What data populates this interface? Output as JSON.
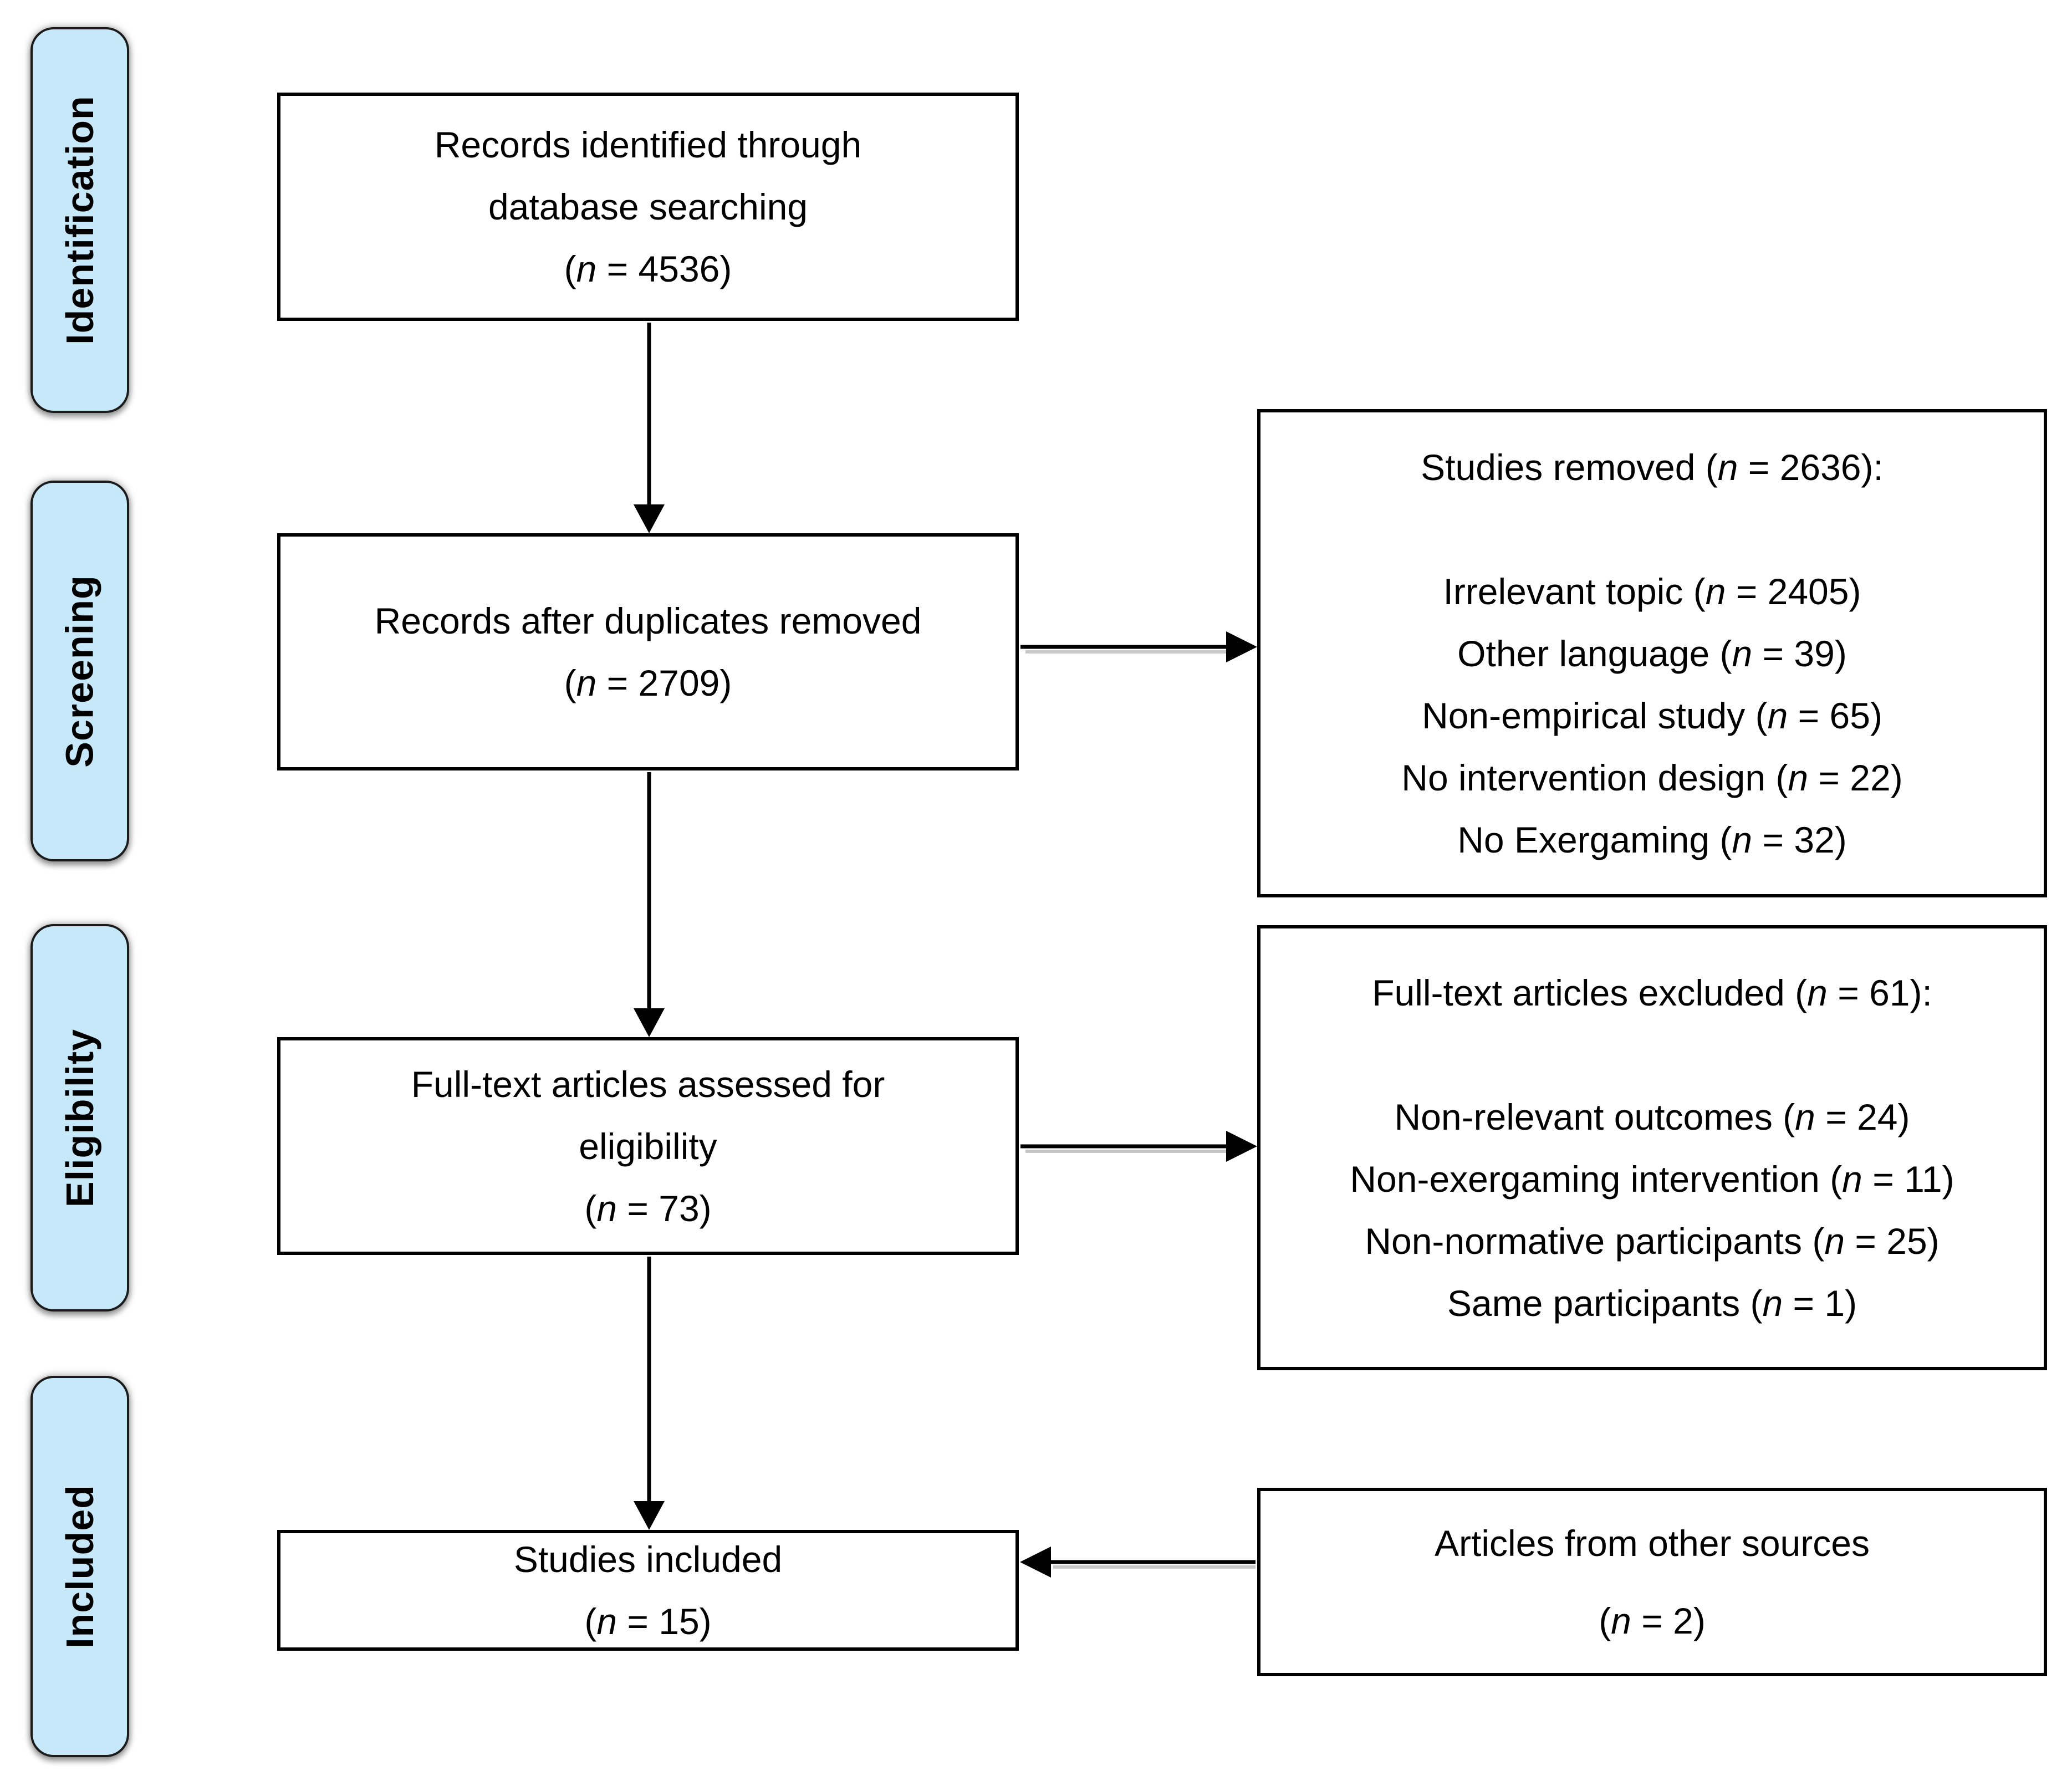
{
  "sidebar": {
    "stages": [
      {
        "label": "Identification"
      },
      {
        "label": "Screening"
      },
      {
        "label": "Eligibility"
      },
      {
        "label": "Included"
      }
    ]
  },
  "flow": {
    "boxes": [
      {
        "name": "records-identified",
        "lines": [
          "Records identified through",
          "database searching",
          "(n = 4536)"
        ]
      },
      {
        "name": "records-after-duplicates",
        "lines": [
          "Records after duplicates removed",
          "(n = 2709)"
        ]
      },
      {
        "name": "fulltext-assessed",
        "lines": [
          "Full-text articles assessed for",
          "eligibility",
          "(n = 73)"
        ]
      },
      {
        "name": "studies-included",
        "lines": [
          "Studies included",
          "(n = 15)"
        ]
      }
    ]
  },
  "exclusions": {
    "boxes": [
      {
        "name": "studies-removed",
        "title": "Studies removed (n = 2636):",
        "items": [
          "Irrelevant topic (n = 2405)",
          "Other language (n = 39)",
          "Non-empirical study (n = 65)",
          "No intervention design (n = 22)",
          "No Exergaming (n = 32)"
        ]
      },
      {
        "name": "fulltext-excluded",
        "title": "Full-text articles excluded (n = 61):",
        "items": [
          "Non-relevant outcomes (n = 24)",
          "Non-exergaming intervention (n = 11)",
          "Non-normative participants (n = 25)",
          "Same participants (n = 1)"
        ]
      },
      {
        "name": "articles-other-sources",
        "title": "Articles from other sources",
        "items": [
          "(n = 2)"
        ]
      }
    ]
  },
  "colors": {
    "stage_fill": "#c6e8f8",
    "stage_border": "#1a1a1a",
    "box_border": "#000000",
    "arrow": "#000000",
    "arrow_shadow": "#9e9e9e",
    "text": "#000000",
    "background": "#ffffff"
  }
}
